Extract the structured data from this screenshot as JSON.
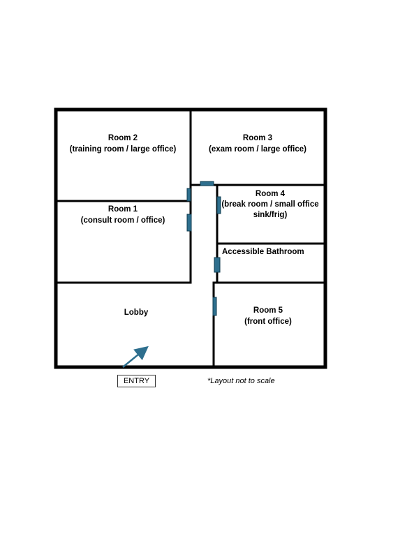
{
  "colors": {
    "wall": "#000000",
    "door": "#2e6f8e",
    "arrow": "#2e6f8e"
  },
  "rooms": {
    "room2": {
      "name": "Room 2",
      "desc": "(training room / large office)"
    },
    "room3": {
      "name": "Room 3",
      "desc": "(exam room / large office)"
    },
    "room1": {
      "name": "Room 1",
      "desc": "(consult room / office)"
    },
    "room4": {
      "name": "Room 4",
      "desc": "(break room / small office",
      "desc2": "sink/frig)"
    },
    "bathroom": {
      "name": "Accessible Bathroom"
    },
    "lobby": {
      "name": "Lobby"
    },
    "room5": {
      "name": "Room 5",
      "desc": "(front office)"
    }
  },
  "entry": {
    "label": "ENTRY",
    "icon": "arrow-icon"
  },
  "note": "*Layout not to scale"
}
